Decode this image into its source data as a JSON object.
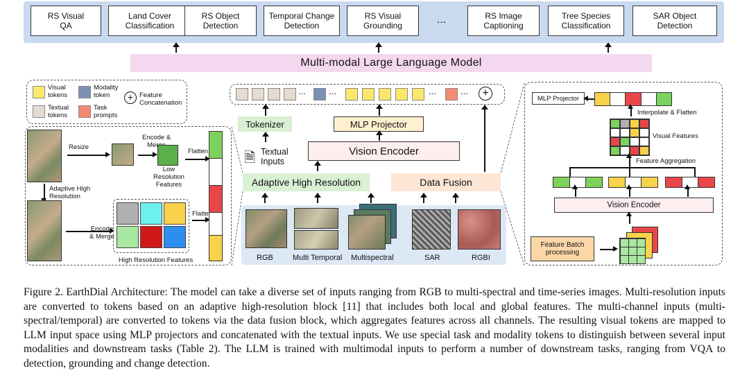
{
  "tasks": [
    "RS Visual\nQA",
    "Land Cover\nClassification",
    "RS Object\nDetection",
    "Temporal Change\nDetection",
    "RS Visual\nGrounding",
    "RS Image\nCaptioning",
    "Tree Species\nClassification",
    "SAR Object\nDetection"
  ],
  "tasks_ellipsis": "...",
  "llm_label": "Multi-modal Large Language Model",
  "legend": {
    "visual_tokens": "Visual\ntokens",
    "modality_token": "Modality\ntoken",
    "feature_concat": "Feature\nConcatenation",
    "textual_tokens": "Textual\ntokens",
    "task_prompts": "Task\nprompts"
  },
  "token_row_dots": "...",
  "tokenizer_label": "Tokenizer",
  "mlp_projector_label": "MLP Projector",
  "vision_encoder_label": "Vision Encoder",
  "textual_inputs_label": "Textual\nInputs",
  "adaptive_hr_label": "Adaptive High Resolution",
  "data_fusion_label": "Data Fusion",
  "inputs": [
    "RGB",
    "Multi Temporal",
    "Multispectral",
    "SAR",
    "RGBI"
  ],
  "left_panel": {
    "resize": "Resize",
    "encode_merge_1": "Encode &\nMerge",
    "flatten_1": "Flatten",
    "low_res": "Low\nResolution\nFeatures",
    "adaptive_hr": "Adaptive High\nResolution",
    "encode_merge_2": "Encode\n& Merge",
    "flatten_2": "Flatten",
    "high_res": "High Resolution Features"
  },
  "right_panel": {
    "mlp_projector": "MLP Projector",
    "interpolate": "Interpolate & Flatten",
    "visual_features": "Visual Features",
    "feature_aggregation": "Feature Aggregation",
    "vision_encoder": "Vision Encoder",
    "feature_batch": "Feature Batch\nprocessing"
  },
  "caption": "Figure 2. EarthDial Architecture: The model can take a diverse set of inputs ranging from RGB to multi-spectral and time-series images. Multi-resolution inputs are converted to tokens based on an adaptive high-resolution block [11] that includes both local and global features. The multi-channel inputs (multi-spectral/temporal) are converted to tokens via the data fusion block, which aggregates features across all channels. The resulting visual tokens are mapped to LLM input space using MLP projectors and concatenated with the textual inputs. We use special task and modality tokens to distinguish between several input modalities and downstream tasks (Table 2). The LLM is trained with multimodal inputs to perform a number of downstream tasks, ranging from VQA to detection, grounding and change detection."
}
